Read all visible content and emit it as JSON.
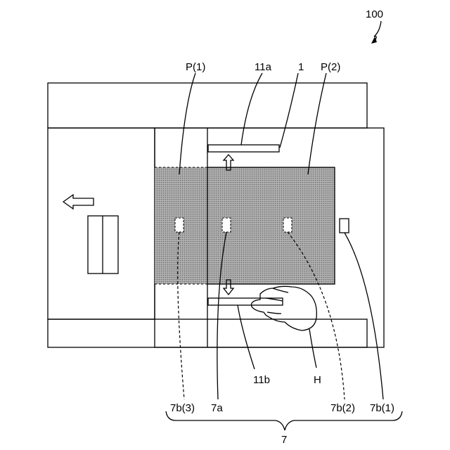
{
  "labels": {
    "figure_ref": "100",
    "p1": "P(1)",
    "p11a": "11a",
    "one": "1",
    "p2": "P(2)",
    "p11b": "11b",
    "h": "H",
    "b3": "7b(3)",
    "a7": "7a",
    "b2": "7b(2)",
    "b1": "7b(1)",
    "seven": "7"
  },
  "colors": {
    "line": "#000000",
    "paper_fill": "#9a9a9a",
    "background": "#ffffff"
  },
  "icons": {
    "direction_arrow": "left-arrow-icon",
    "hand": "hand-icon"
  }
}
